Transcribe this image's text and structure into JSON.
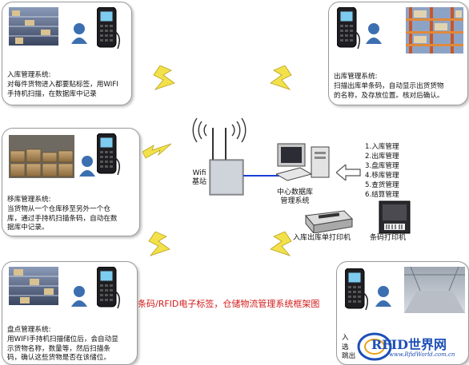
{
  "cards": {
    "inbound": {
      "title": "入库管理系统:",
      "body": "对每件货物进入都要贴标签，用WIFI\n手持机扫描，在数据库中记录"
    },
    "outbound": {
      "title": "出库管理系统:",
      "body": "扫描出库单条码，自动显示出货货物\n的名称，及存放位置。核对后确认。"
    },
    "transfer": {
      "title": "移库管理系统:",
      "body": "当货物从一个仓库移至另外一个仓\n库，通过手持机扫描条码，自动在数\n据库中记录。"
    },
    "inventory": {
      "title": "盘点管理系统:",
      "body": "用WIFI手持机扫描储位后，会自动显\n示货物名称，数量等，然后扫描条\n码，确认这些货物是否在该储位。"
    },
    "partial": {
      "text": "入\n选\n跳出"
    }
  },
  "center": {
    "wifi_label": "Wifi\n基站",
    "db_label": "中心数据库\n管理系统",
    "receipt_printer_label": "入库出库单打印机",
    "barcode_printer_label": "条码打印机"
  },
  "modules": [
    "1.入库管理",
    "2.出库管理",
    "3.盘库管理",
    "4.移库管理",
    "5.查货管理",
    "6.结算管理"
  ],
  "caption": "条码/RFID电子标签，仓储物流管理系统框架图",
  "watermark": {
    "brand": "RFID世界网",
    "url": "www.RfidWorld.com.cn"
  },
  "colors": {
    "caption": "#d21a1a",
    "bolt": "#f2e14a",
    "link": "#1a3fd6",
    "watermark": "#1d4fb5"
  }
}
